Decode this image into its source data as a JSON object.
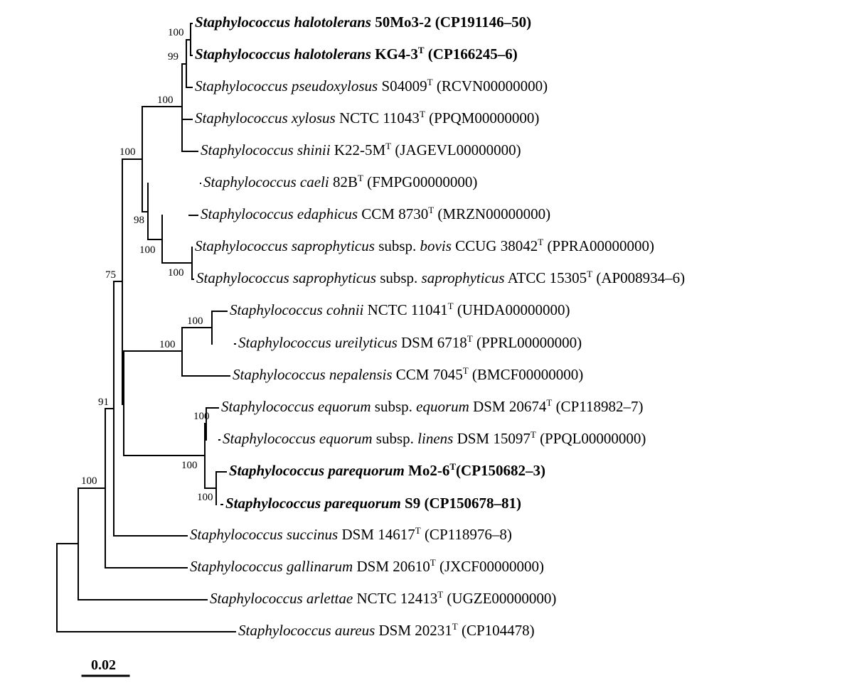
{
  "leaves": [
    {
      "genus": "Staphylococcus",
      "species": "halotolerans",
      "strain": "50Mo3-2",
      "type_strain": false,
      "accession": "(CP191146–50)",
      "bold": true
    },
    {
      "genus": "Staphylococcus",
      "species": "halotolerans",
      "strain": "KG4-3",
      "type_strain": true,
      "accession": "(CP166245–6)",
      "bold": true
    },
    {
      "genus": "Staphylococcus",
      "species": "pseudoxylosus",
      "strain": "S04009",
      "type_strain": true,
      "accession": "(RCVN00000000)",
      "bold": false
    },
    {
      "genus": "Staphylococcus",
      "species": "xylosus",
      "strain": "NCTC 11043",
      "type_strain": true,
      "accession": "(PPQM00000000)",
      "bold": false
    },
    {
      "genus": "Staphylococcus",
      "species": "shinii",
      "strain": "K22-5M",
      "type_strain": true,
      "accession": "(JAGEVL00000000)",
      "bold": false
    },
    {
      "genus": "Staphylococcus",
      "species": "caeli",
      "strain": "82B",
      "type_strain": true,
      "accession": "(FMPG00000000)",
      "bold": false
    },
    {
      "genus": "Staphylococcus",
      "species": "edaphicus",
      "strain": "CCM 8730",
      "type_strain": true,
      "accession": "(MRZN00000000)",
      "bold": false
    },
    {
      "genus": "Staphylococcus",
      "species": "saprophyticus",
      "subsp_word": "subsp.",
      "subspecies": "bovis",
      "strain": "CCUG 38042",
      "type_strain": true,
      "accession": "(PPRA00000000)",
      "bold": false
    },
    {
      "genus": "Staphylococcus",
      "species": "saprophyticus",
      "subsp_word": "subsp.",
      "subspecies": "saprophyticus",
      "strain": "ATCC 15305",
      "type_strain": true,
      "accession": "(AP008934–6)",
      "bold": false
    },
    {
      "genus": "Staphylococcus",
      "species": "cohnii",
      "strain": "NCTC 11041",
      "type_strain": true,
      "accession": "(UHDA00000000)",
      "bold": false
    },
    {
      "genus": "Staphylococcus",
      "species": "ureilyticus",
      "strain": "DSM 6718",
      "type_strain": true,
      "accession": "(PPRL00000000)",
      "bold": false
    },
    {
      "genus": "Staphylococcus",
      "species": "nepalensis",
      "strain": "CCM 7045",
      "type_strain": true,
      "accession": "(BMCF00000000)",
      "bold": false
    },
    {
      "genus": "Staphylococcus",
      "species": "equorum",
      "subsp_word": "subsp.",
      "subspecies": "equorum",
      "strain": "DSM 20674",
      "type_strain": true,
      "accession": "(CP118982–7)",
      "bold": false
    },
    {
      "genus": "Staphylococcus",
      "species": "equorum",
      "subsp_word": "subsp.",
      "subspecies": "linens",
      "strain": "DSM 15097",
      "type_strain": true,
      "accession": "(PPQL00000000)",
      "bold": false
    },
    {
      "genus": "Staphylococcus",
      "species": "parequorum",
      "strain": "Mo2-6",
      "type_strain": true,
      "accession": "(CP150682–3)",
      "bold": true
    },
    {
      "genus": "Staphylococcus",
      "species": "parequorum",
      "strain": "S9",
      "type_strain": false,
      "accession": "(CP150678–81)",
      "bold": true
    },
    {
      "genus": "Staphylococcus",
      "species": "succinus",
      "strain": "DSM 14617",
      "type_strain": true,
      "accession": "(CP118976–8)",
      "bold": false
    },
    {
      "genus": "Staphylococcus",
      "species": "gallinarum",
      "strain": "DSM 20610",
      "type_strain": true,
      "accession": "(JXCF00000000)",
      "bold": false
    },
    {
      "genus": "Staphylococcus",
      "species": "arlettae",
      "strain": "NCTC 12413",
      "type_strain": true,
      "accession": "(UGZE00000000)",
      "bold": false
    },
    {
      "genus": "Staphylococcus",
      "species": "aureus",
      "strain": "DSM 20231",
      "type_strain": true,
      "accession": "(CP104478)",
      "bold": false
    }
  ],
  "type_strain_mark": "T",
  "bootstrap_values": [
    "100",
    "99",
    "100",
    "100",
    "98",
    "100",
    "100",
    "75",
    "100",
    "100",
    "100",
    "100",
    "100",
    "91",
    "100"
  ],
  "scale_bar": {
    "label": "0.02"
  }
}
